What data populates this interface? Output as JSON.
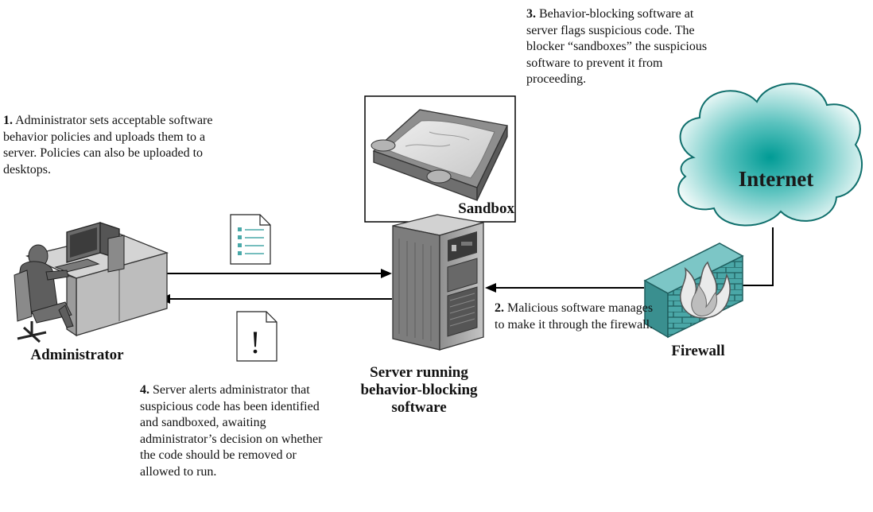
{
  "steps": {
    "s1": {
      "num": "1.",
      "text": "Administrator sets acceptable software behavior policies and uploads them to a server. Policies can also be uploaded to desktops."
    },
    "s2": {
      "num": "2.",
      "text": "Malicious software manages to make it through the firewall."
    },
    "s3": {
      "num": "3.",
      "text": "Behavior-blocking software at server flags suspicious code. The blocker “sandboxes” the suspicious software to prevent it from proceeding."
    },
    "s4": {
      "num": "4.",
      "text": "Server alerts administrator that suspicious code has been identified and sandboxed, awaiting administrator’s decision on whether the code should be removed or allowed to run."
    }
  },
  "labels": {
    "administrator": "Administrator",
    "server_line1": "Server running",
    "server_line2": "behavior-blocking",
    "server_line3": "software",
    "firewall": "Firewall",
    "sandbox": "Sandbox",
    "internet": "Internet"
  },
  "icons": {
    "alert_glyph": "!"
  },
  "colors": {
    "cloud_center": "#009b95",
    "cloud_edge": "#e9f7f6",
    "brick": "#4aa7a7",
    "desk": "#bdbdbd",
    "server": "#9a9a9a"
  }
}
